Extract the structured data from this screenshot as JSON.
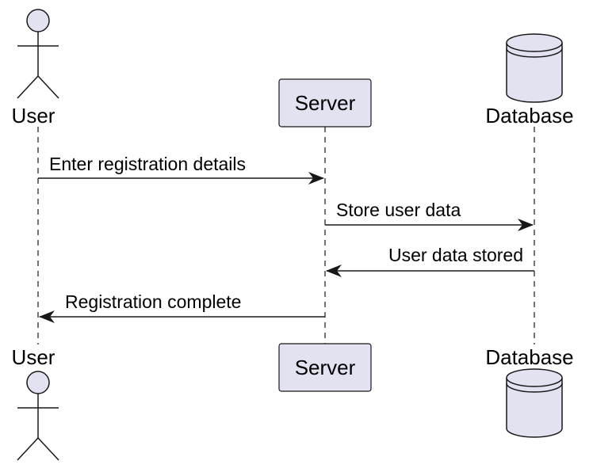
{
  "diagram": {
    "type": "sequence",
    "colors": {
      "participant_fill": "#E2E2F0",
      "participant_stroke": "#181818",
      "lifeline": "#181818",
      "text": "#000000"
    },
    "participants": [
      {
        "id": "user",
        "name": "User",
        "kind": "actor"
      },
      {
        "id": "server",
        "name": "Server",
        "kind": "box"
      },
      {
        "id": "database",
        "name": "Database",
        "kind": "database"
      }
    ],
    "messages": [
      {
        "from": "user",
        "to": "server",
        "label": "Enter registration details"
      },
      {
        "from": "server",
        "to": "database",
        "label": "Store user data"
      },
      {
        "from": "database",
        "to": "server",
        "label": "User data stored"
      },
      {
        "from": "server",
        "to": "user",
        "label": "Registration complete"
      }
    ]
  }
}
